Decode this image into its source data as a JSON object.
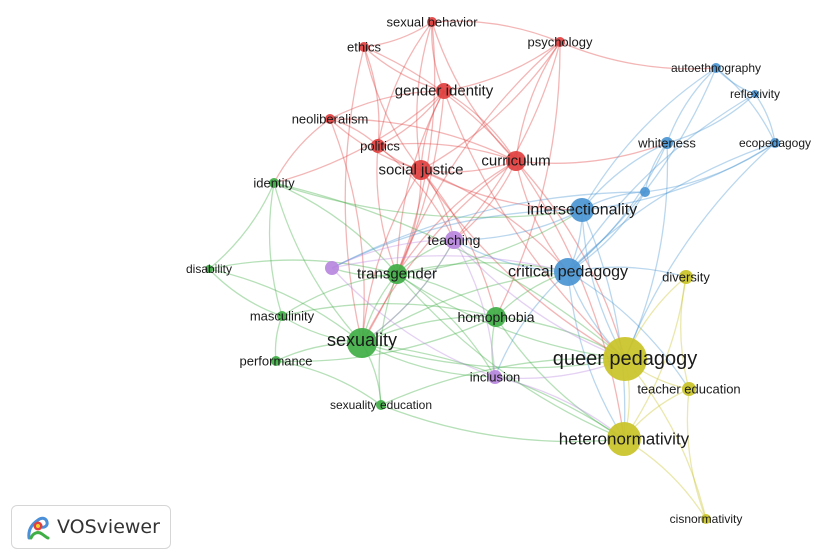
{
  "colors": {
    "red": "#e0403f",
    "green": "#3fae45",
    "blue": "#4a95d3",
    "purple": "#b887e0",
    "yellow": "#c9c327",
    "label": "#1a1a1a",
    "background": "#ffffff"
  },
  "nodes": [
    {
      "id": "sexual_behavior",
      "label": "sexual behavior",
      "cluster": "red",
      "weight": 1
    },
    {
      "id": "psychology",
      "label": "psychology",
      "cluster": "red",
      "weight": 1
    },
    {
      "id": "ethics",
      "label": "ethics",
      "cluster": "red",
      "weight": 1
    },
    {
      "id": "gender_identity",
      "label": "gender identity",
      "cluster": "red",
      "weight": 3
    },
    {
      "id": "neoliberalism",
      "label": "neoliberalism",
      "cluster": "red",
      "weight": 1
    },
    {
      "id": "politics",
      "label": "politics",
      "cluster": "red",
      "weight": 2
    },
    {
      "id": "curriculum",
      "label": "curriculum",
      "cluster": "red",
      "weight": 3
    },
    {
      "id": "social_justice",
      "label": "social justice",
      "cluster": "red",
      "weight": 3
    },
    {
      "id": "identity",
      "label": "identity",
      "cluster": "green",
      "weight": 1
    },
    {
      "id": "disability",
      "label": "disability",
      "cluster": "green",
      "weight": 1
    },
    {
      "id": "transgender",
      "label": "transgender",
      "cluster": "green",
      "weight": 3
    },
    {
      "id": "masculinity",
      "label": "masculinity",
      "cluster": "green",
      "weight": 1
    },
    {
      "id": "sexuality",
      "label": "sexuality",
      "cluster": "green",
      "weight": 5
    },
    {
      "id": "homophobia",
      "label": "homophobia",
      "cluster": "green",
      "weight": 3
    },
    {
      "id": "performance",
      "label": "performance",
      "cluster": "green",
      "weight": 1
    },
    {
      "id": "sexuality_education",
      "label": "sexuality education",
      "cluster": "green",
      "weight": 1
    },
    {
      "id": "autoethnography",
      "label": "autoethnography",
      "cluster": "blue",
      "weight": 1
    },
    {
      "id": "reflexivity",
      "label": "reflexivity",
      "cluster": "blue",
      "weight": 1
    },
    {
      "id": "whiteness",
      "label": "whiteness",
      "cluster": "blue",
      "weight": 2
    },
    {
      "id": "ecopedagogy",
      "label": "ecopedagogy",
      "cluster": "blue",
      "weight": 1
    },
    {
      "id": "unlabeled_blue",
      "label": "",
      "cluster": "blue",
      "weight": 1
    },
    {
      "id": "intersectionality",
      "label": "intersectionality",
      "cluster": "blue",
      "weight": 4
    },
    {
      "id": "critical_pedagogy",
      "label": "critical pedagogy",
      "cluster": "blue",
      "weight": 5
    },
    {
      "id": "teaching",
      "label": "teaching",
      "cluster": "purple",
      "weight": 3
    },
    {
      "id": "unlabeled_purple",
      "label": "",
      "cluster": "purple",
      "weight": 2
    },
    {
      "id": "inclusion",
      "label": "inclusion",
      "cluster": "purple",
      "weight": 2
    },
    {
      "id": "diversity",
      "label": "diversity",
      "cluster": "yellow",
      "weight": 2
    },
    {
      "id": "queer_pedagogy",
      "label": "queer pedagogy",
      "cluster": "yellow",
      "weight": 7
    },
    {
      "id": "teacher_education",
      "label": "teacher education",
      "cluster": "yellow",
      "weight": 2
    },
    {
      "id": "heteronormativity",
      "label": "heteronormativity",
      "cluster": "yellow",
      "weight": 6
    },
    {
      "id": "cisnormativity",
      "label": "cisnormativity",
      "cluster": "yellow",
      "weight": 1
    }
  ],
  "edges": [
    [
      "sexual_behavior",
      "gender_identity"
    ],
    [
      "sexual_behavior",
      "psychology"
    ],
    [
      "sexual_behavior",
      "social_justice"
    ],
    [
      "sexual_behavior",
      "ethics"
    ],
    [
      "sexual_behavior",
      "curriculum"
    ],
    [
      "sexual_behavior",
      "transgender"
    ],
    [
      "sexual_behavior",
      "politics"
    ],
    [
      "psychology",
      "gender_identity"
    ],
    [
      "psychology",
      "curriculum"
    ],
    [
      "psychology",
      "social_justice"
    ],
    [
      "psychology",
      "autoethnography"
    ],
    [
      "psychology",
      "teaching"
    ],
    [
      "psychology",
      "transgender"
    ],
    [
      "psychology",
      "homophobia"
    ],
    [
      "ethics",
      "gender_identity"
    ],
    [
      "ethics",
      "politics"
    ],
    [
      "ethics",
      "social_justice"
    ],
    [
      "ethics",
      "curriculum"
    ],
    [
      "ethics",
      "sexuality"
    ],
    [
      "gender_identity",
      "politics"
    ],
    [
      "gender_identity",
      "social_justice"
    ],
    [
      "gender_identity",
      "curriculum"
    ],
    [
      "gender_identity",
      "transgender"
    ],
    [
      "gender_identity",
      "sexuality"
    ],
    [
      "gender_identity",
      "neoliberalism"
    ],
    [
      "gender_identity",
      "identity"
    ],
    [
      "gender_identity",
      "queer_pedagogy"
    ],
    [
      "neoliberalism",
      "politics"
    ],
    [
      "neoliberalism",
      "social_justice"
    ],
    [
      "neoliberalism",
      "curriculum"
    ],
    [
      "neoliberalism",
      "identity"
    ],
    [
      "neoliberalism",
      "sexuality"
    ],
    [
      "politics",
      "social_justice"
    ],
    [
      "politics",
      "curriculum"
    ],
    [
      "politics",
      "transgender"
    ],
    [
      "politics",
      "teaching"
    ],
    [
      "social_justice",
      "curriculum"
    ],
    [
      "social_justice",
      "transgender"
    ],
    [
      "social_justice",
      "sexuality"
    ],
    [
      "social_justice",
      "critical_pedagogy"
    ],
    [
      "social_justice",
      "queer_pedagogy"
    ],
    [
      "social_justice",
      "teaching"
    ],
    [
      "social_justice",
      "intersectionality"
    ],
    [
      "social_justice",
      "homophobia"
    ],
    [
      "curriculum",
      "transgender"
    ],
    [
      "curriculum",
      "queer_pedagogy"
    ],
    [
      "curriculum",
      "critical_pedagogy"
    ],
    [
      "curriculum",
      "heteronormativity"
    ],
    [
      "curriculum",
      "sexuality"
    ],
    [
      "curriculum",
      "teaching"
    ],
    [
      "curriculum",
      "whiteness"
    ],
    [
      "identity",
      "transgender"
    ],
    [
      "identity",
      "sexuality"
    ],
    [
      "identity",
      "disability"
    ],
    [
      "identity",
      "masculinity"
    ],
    [
      "identity",
      "queer_pedagogy"
    ],
    [
      "identity",
      "intersectionality"
    ],
    [
      "disability",
      "sexuality"
    ],
    [
      "disability",
      "masculinity"
    ],
    [
      "disability",
      "transgender"
    ],
    [
      "transgender",
      "sexuality"
    ],
    [
      "transgender",
      "homophobia"
    ],
    [
      "transgender",
      "queer_pedagogy"
    ],
    [
      "transgender",
      "critical_pedagogy"
    ],
    [
      "transgender",
      "heteronormativity"
    ],
    [
      "transgender",
      "teaching"
    ],
    [
      "transgender",
      "masculinity"
    ],
    [
      "transgender",
      "inclusion"
    ],
    [
      "transgender",
      "intersectionality"
    ],
    [
      "transgender",
      "unlabeled_purple"
    ],
    [
      "masculinity",
      "sexuality"
    ],
    [
      "masculinity",
      "homophobia"
    ],
    [
      "masculinity",
      "performance"
    ],
    [
      "sexuality",
      "homophobia"
    ],
    [
      "sexuality",
      "performance"
    ],
    [
      "sexuality",
      "sexuality_education"
    ],
    [
      "sexuality",
      "queer_pedagogy"
    ],
    [
      "sexuality",
      "heteronormativity"
    ],
    [
      "sexuality",
      "inclusion"
    ],
    [
      "sexuality",
      "critical_pedagogy"
    ],
    [
      "sexuality",
      "teaching"
    ],
    [
      "homophobia",
      "queer_pedagogy"
    ],
    [
      "homophobia",
      "heteronormativity"
    ],
    [
      "homophobia",
      "critical_pedagogy"
    ],
    [
      "homophobia",
      "inclusion"
    ],
    [
      "performance",
      "sexuality_education"
    ],
    [
      "performance",
      "homophobia"
    ],
    [
      "sexuality_education",
      "queer_pedagogy"
    ],
    [
      "sexuality_education",
      "heteronormativity"
    ],
    [
      "sexuality_education",
      "transgender"
    ],
    [
      "autoethnography",
      "reflexivity"
    ],
    [
      "autoethnography",
      "ecopedagogy"
    ],
    [
      "autoethnography",
      "whiteness"
    ],
    [
      "autoethnography",
      "critical_pedagogy"
    ],
    [
      "autoethnography",
      "intersectionality"
    ],
    [
      "reflexivity",
      "whiteness"
    ],
    [
      "reflexivity",
      "critical_pedagogy"
    ],
    [
      "reflexivity",
      "ecopedagogy"
    ],
    [
      "whiteness",
      "intersectionality"
    ],
    [
      "whiteness",
      "critical_pedagogy"
    ],
    [
      "whiteness",
      "unlabeled_blue"
    ],
    [
      "whiteness",
      "queer_pedagogy"
    ],
    [
      "ecopedagogy",
      "critical_pedagogy"
    ],
    [
      "ecopedagogy",
      "intersectionality"
    ],
    [
      "ecopedagogy",
      "queer_pedagogy"
    ],
    [
      "ecopedagogy",
      "unlabeled_blue"
    ],
    [
      "unlabeled_blue",
      "intersectionality"
    ],
    [
      "unlabeled_blue",
      "critical_pedagogy"
    ],
    [
      "unlabeled_blue",
      "unlabeled_purple"
    ],
    [
      "intersectionality",
      "critical_pedagogy"
    ],
    [
      "intersectionality",
      "queer_pedagogy"
    ],
    [
      "intersectionality",
      "teaching"
    ],
    [
      "intersectionality",
      "unlabeled_purple"
    ],
    [
      "intersectionality",
      "heteronormativity"
    ],
    [
      "critical_pedagogy",
      "queer_pedagogy"
    ],
    [
      "critical_pedagogy",
      "teaching"
    ],
    [
      "critical_pedagogy",
      "heteronormativity"
    ],
    [
      "critical_pedagogy",
      "diversity"
    ],
    [
      "critical_pedagogy",
      "inclusion"
    ],
    [
      "critical_pedagogy",
      "teacher_education"
    ],
    [
      "teaching",
      "unlabeled_purple"
    ],
    [
      "teaching",
      "inclusion"
    ],
    [
      "teaching",
      "queer_pedagogy"
    ],
    [
      "teaching",
      "sexuality"
    ],
    [
      "unlabeled_purple",
      "inclusion"
    ],
    [
      "unlabeled_purple",
      "critical_pedagogy"
    ],
    [
      "inclusion",
      "queer_pedagogy"
    ],
    [
      "inclusion",
      "heteronormativity"
    ],
    [
      "diversity",
      "queer_pedagogy"
    ],
    [
      "diversity",
      "heteronormativity"
    ],
    [
      "diversity",
      "teacher_education"
    ],
    [
      "queer_pedagogy",
      "heteronormativity"
    ],
    [
      "queer_pedagogy",
      "teacher_education"
    ],
    [
      "queer_pedagogy",
      "cisnormativity"
    ],
    [
      "teacher_education",
      "heteronormativity"
    ],
    [
      "heteronormativity",
      "cisnormativity"
    ],
    [
      "teacher_education",
      "cisnormativity"
    ]
  ],
  "branding": {
    "name": "VOSviewer"
  }
}
